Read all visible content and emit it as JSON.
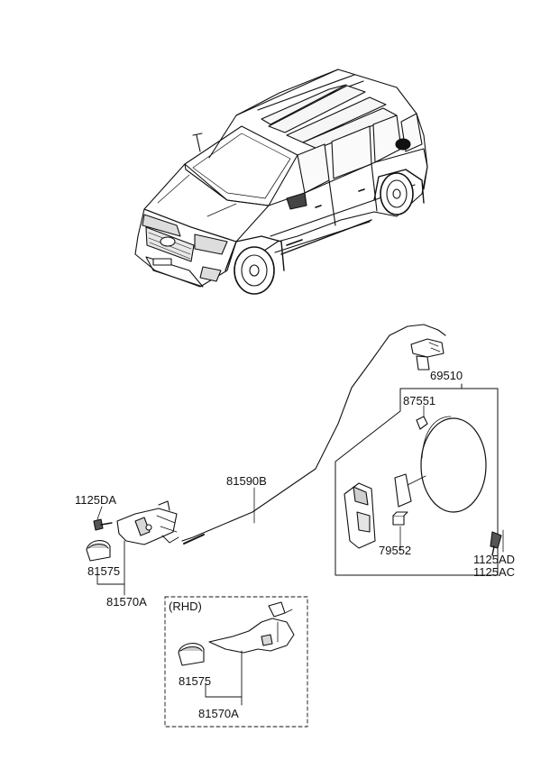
{
  "diagram": {
    "labels": {
      "fuel_door_assembly": "69510",
      "cap_grommet": "87551",
      "cable": "81590B",
      "bolt_left": "1125DA",
      "knob_cover_lhd": "81575",
      "opener_lever_lhd": "81570A",
      "fuel_door_housing": "79552",
      "screw_1": "1125AD",
      "screw_2": "1125AC",
      "rhd_tag": "(RHD)",
      "knob_cover_rhd": "81575",
      "opener_lever_rhd": "81570A"
    }
  }
}
